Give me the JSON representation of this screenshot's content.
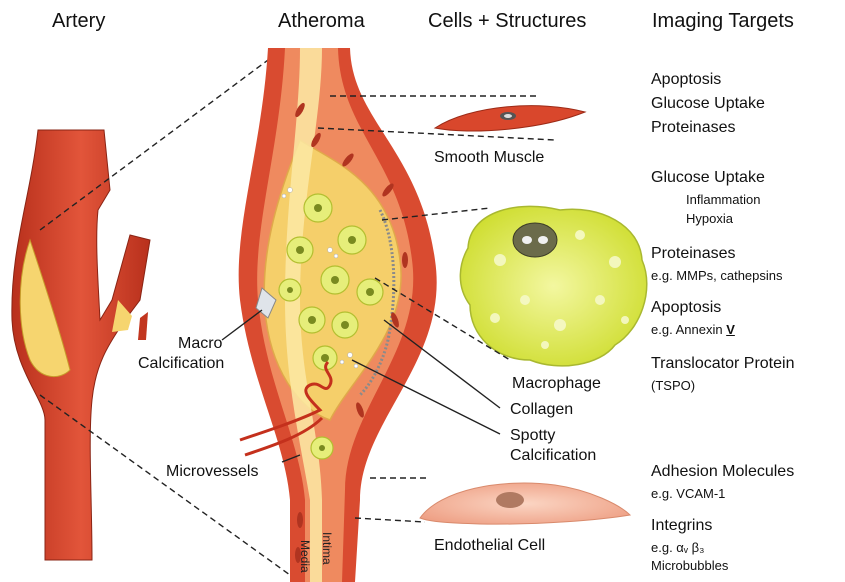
{
  "headers": {
    "artery": "Artery",
    "atheroma": "Atheroma",
    "cells_structures": "Cells + Structures",
    "imaging_targets": "Imaging Targets"
  },
  "labels": {
    "smooth_muscle": "Smooth Muscle",
    "macro_calcification_1": "Macro",
    "macro_calcification_2": "Calcification",
    "microvessels": "Microvessels",
    "macrophage": "Macrophage",
    "collagen": "Collagen",
    "spotty_1": "Spotty",
    "spotty_2": "Calcification",
    "endothelial_cell": "Endothelial Cell",
    "intima": "Intima",
    "media": "Media"
  },
  "targets": {
    "smooth_muscle": [
      "Apoptosis",
      "Glucose Uptake",
      "Proteinases"
    ],
    "glucose": "Glucose Uptake",
    "inflammation": "Inflammation",
    "hypoxia": "Hypoxia",
    "proteinases": "Proteinases",
    "mmps": "e.g. MMPs, cathepsins",
    "apoptosis": "Apoptosis",
    "annexin": "e.g. Annexin",
    "annexin_numeral": "V",
    "tspo_1": "Translocator Protein",
    "tspo_2": "(TSPO)",
    "adhesion": "Adhesion Molecules",
    "vcam": "e.g. VCAM-1",
    "integrins": "Integrins",
    "avb3": "e.g. αᵥ β₃",
    "microbubbles": "Microbubbles"
  },
  "colors": {
    "artery_red": "#d6412a",
    "artery_dark": "#b8301c",
    "plaque_yellow": "#f5cf6a",
    "plaque_light": "#fbe9a5",
    "cell_green": "#d9e84a",
    "cell_outline": "#a9b830",
    "endothelial": "#f2b39a"
  }
}
